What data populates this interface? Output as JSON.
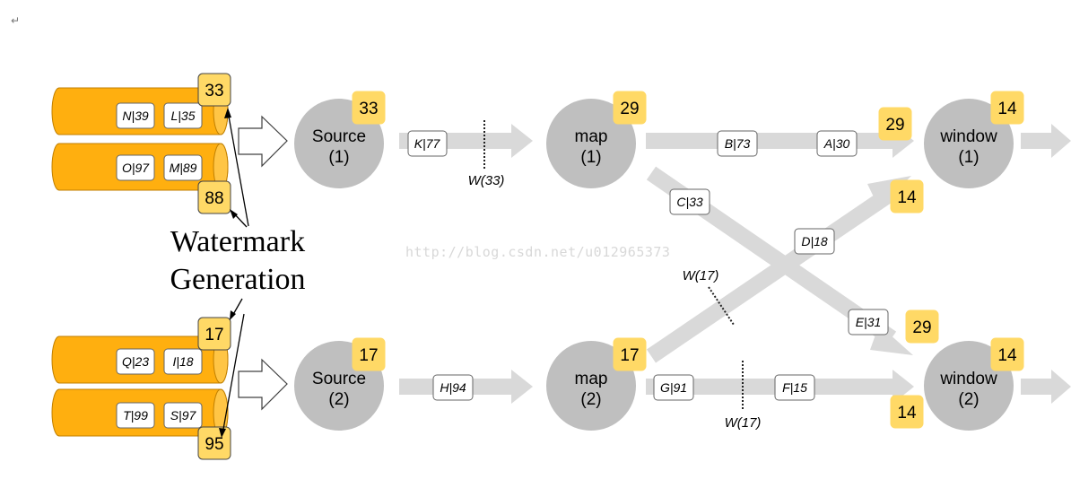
{
  "corner_mark": "↵",
  "watermark_url": "http://blog.csdn.net/u012965373",
  "label": {
    "line1": "Watermark",
    "line2": "Generation"
  },
  "partitions": [
    {
      "records": [
        "N|39",
        "L|35"
      ],
      "badge": "33"
    },
    {
      "records": [
        "O|97",
        "M|89"
      ],
      "badge": "88"
    },
    {
      "records": [
        "Q|23",
        "I|18"
      ],
      "badge": "17"
    },
    {
      "records": [
        "T|99",
        "S|97"
      ],
      "badge": "95"
    }
  ],
  "nodes": [
    {
      "id": "source1",
      "name": "Source",
      "index": "(1)",
      "watermark": "33"
    },
    {
      "id": "source2",
      "name": "Source",
      "index": "(2)",
      "watermark": "17"
    },
    {
      "id": "map1",
      "name": "map",
      "index": "(1)",
      "watermark": "29"
    },
    {
      "id": "map2",
      "name": "map",
      "index": "(2)",
      "watermark": "17"
    },
    {
      "id": "window1",
      "name": "window",
      "index": "(1)",
      "watermark": "14"
    },
    {
      "id": "window2",
      "name": "window",
      "index": "(2)",
      "watermark": "14"
    }
  ],
  "records": [
    "K|77",
    "H|94",
    "B|73",
    "A|30",
    "C|33",
    "D|18",
    "E|31",
    "G|91",
    "F|15"
  ],
  "watermark_markers": [
    "W(33)",
    "W(17)",
    "W(17)"
  ],
  "channel_badges": [
    "29",
    "14",
    "29",
    "14"
  ],
  "colors": {
    "partition_fill": "#FFAF0F",
    "partition_stroke": "#C07F00",
    "badge_fill": "#FFD966",
    "badge_stroke": "#444444",
    "node_fill": "#BFBFBF",
    "arrow": "#D9D9D9"
  }
}
